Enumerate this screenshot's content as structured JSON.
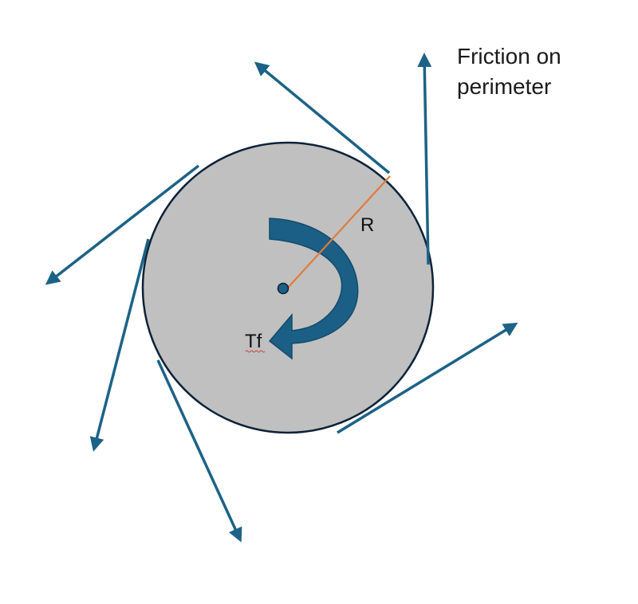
{
  "caption": {
    "line1": "Friction on",
    "line2": "perimeter"
  },
  "labels": {
    "radius": "R",
    "torque": "Tf"
  },
  "colors": {
    "disk_fill": "#c0c0c0",
    "disk_stroke": "#0d2238",
    "arrow": "#1c6286",
    "radius_line": "#e07b39",
    "torque_arrow": "#1b5f86",
    "torque_arrow_dark": "#134a6b"
  },
  "icons": {
    "force_arrows": "arrow-icon",
    "torque": "curved-arrow-icon"
  }
}
